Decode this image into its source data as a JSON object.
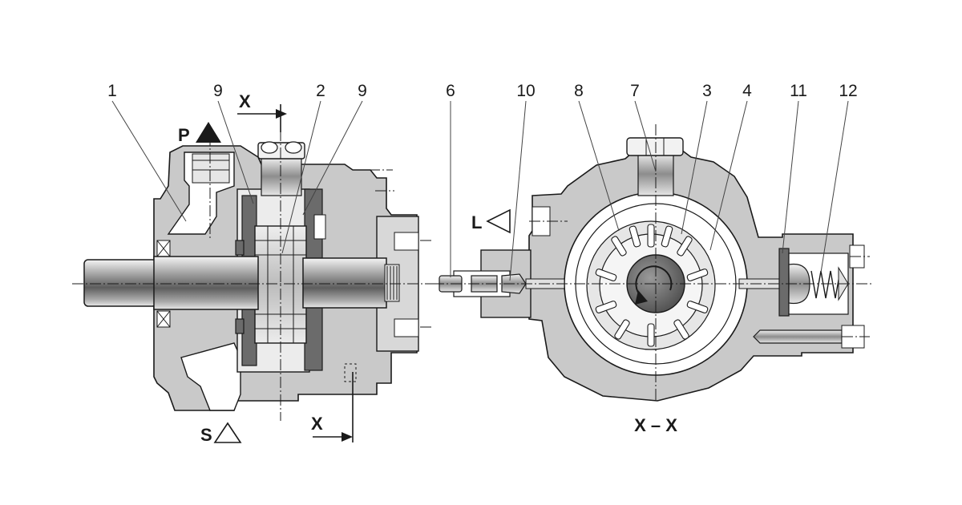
{
  "callouts": [
    "1",
    "9",
    "2",
    "9",
    "6",
    "10",
    "8",
    "7",
    "3",
    "4",
    "11",
    "12"
  ],
  "port_labels": {
    "pressure": "P",
    "suction": "S",
    "leakage": "L"
  },
  "section_marks": {
    "top": "X",
    "bottom": "X",
    "caption": "X – X"
  },
  "colors": {
    "housing": "#c9c9c9",
    "dark_part": "#6b6b6b",
    "ink": "#1a1a1a",
    "background": "#ffffff"
  }
}
